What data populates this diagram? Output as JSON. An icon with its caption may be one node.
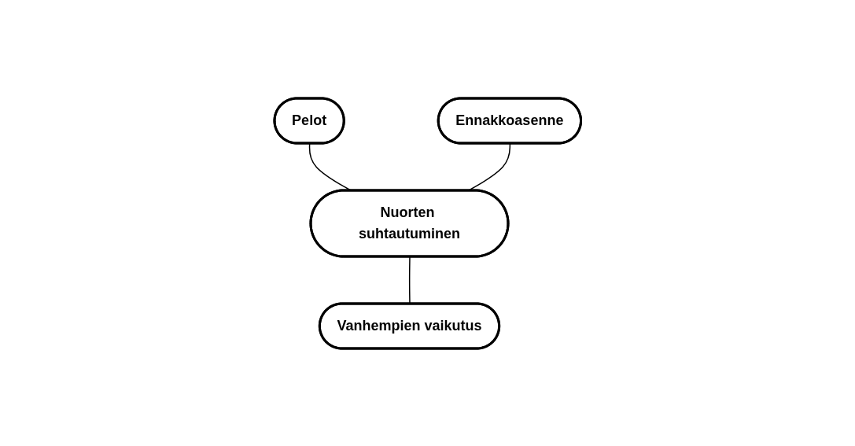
{
  "diagram": {
    "nodes": [
      {
        "text": [
          "Pelot"
        ]
      },
      {
        "text": [
          "Ennakkoasenne"
        ]
      },
      {
        "text": [
          "Nuorten suhtautuminen"
        ]
      },
      {
        "text": [
          "Vanhempien vaikutus"
        ]
      }
    ],
    "edges": [
      {
        "from": 0,
        "to": 2,
        "arrow": "none"
      },
      {
        "from": 1,
        "to": 2,
        "arrow": "none"
      },
      {
        "from": 2,
        "to": 3,
        "arrow": "none"
      }
    ]
  }
}
